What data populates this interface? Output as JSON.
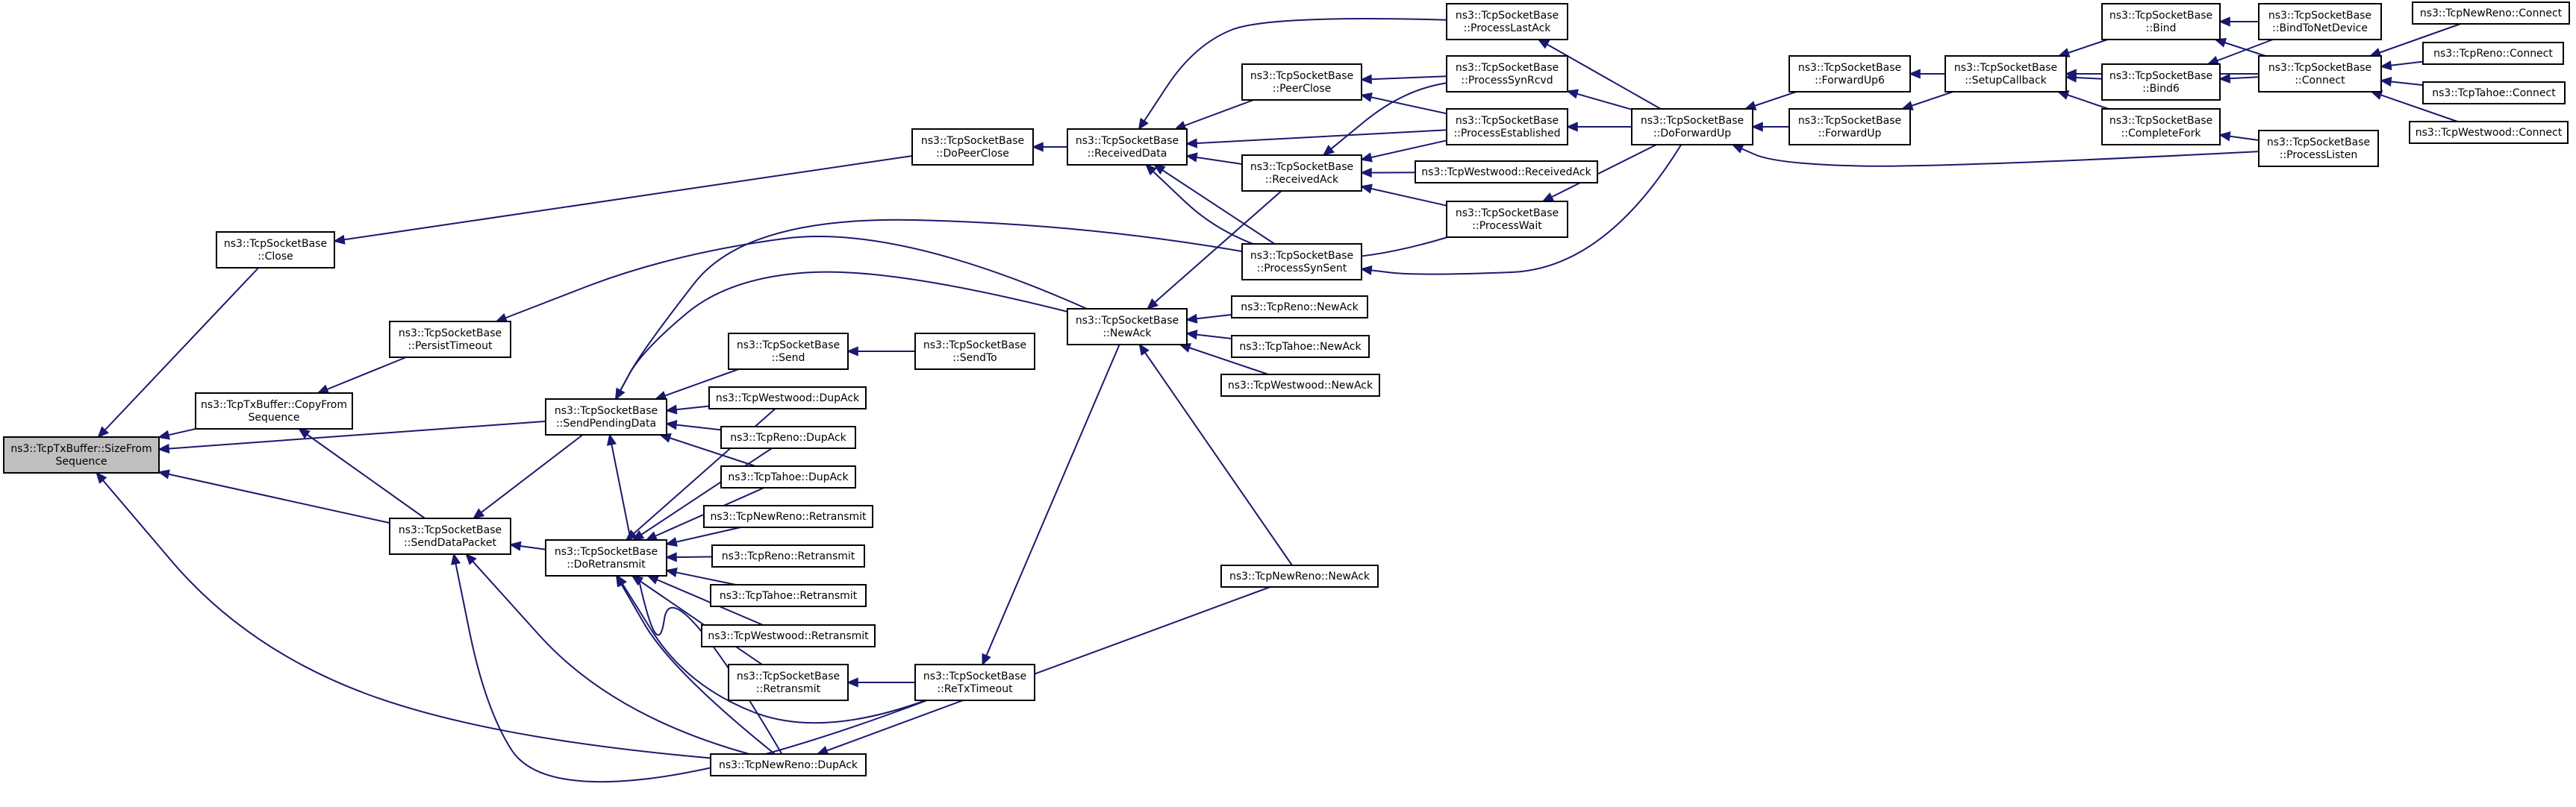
{
  "graph": {
    "title": "",
    "colors": {
      "edge": "#191970",
      "node_border": "#000000",
      "root_fill": "#bfbfbf",
      "node_fill": "#ffffff"
    },
    "nodes": [
      {
        "id": "sizefrom",
        "lines": [
          "ns3::TcpTxBuffer::SizeFrom",
          "Sequence"
        ],
        "root": true
      },
      {
        "id": "close",
        "lines": [
          "ns3::TcpSocketBase",
          "::Close"
        ]
      },
      {
        "id": "copyfrom",
        "lines": [
          "ns3::TcpTxBuffer::CopyFrom",
          "Sequence"
        ]
      },
      {
        "id": "persist",
        "lines": [
          "ns3::TcpSocketBase",
          "::PersistTimeout"
        ]
      },
      {
        "id": "senddatapacket",
        "lines": [
          "ns3::TcpSocketBase",
          "::SendDataPacket"
        ]
      },
      {
        "id": "sendpending",
        "lines": [
          "ns3::TcpSocketBase",
          "::SendPendingData"
        ]
      },
      {
        "id": "doretransmit",
        "lines": [
          "ns3::TcpSocketBase",
          "::DoRetransmit"
        ]
      },
      {
        "id": "send",
        "lines": [
          "ns3::TcpSocketBase",
          "::Send"
        ]
      },
      {
        "id": "sendto",
        "lines": [
          "ns3::TcpSocketBase",
          "::SendTo"
        ]
      },
      {
        "id": "westwood_dupack",
        "lines": [
          "ns3::TcpWestwood::DupAck"
        ]
      },
      {
        "id": "reno_dupack",
        "lines": [
          "ns3::TcpReno::DupAck"
        ]
      },
      {
        "id": "tahoe_dupack",
        "lines": [
          "ns3::TcpTahoe::DupAck"
        ]
      },
      {
        "id": "newreno_retransmit",
        "lines": [
          "ns3::TcpNewReno::Retransmit"
        ]
      },
      {
        "id": "reno_retransmit",
        "lines": [
          "ns3::TcpReno::Retransmit"
        ]
      },
      {
        "id": "tahoe_retransmit",
        "lines": [
          "ns3::TcpTahoe::Retransmit"
        ]
      },
      {
        "id": "westwood_retransmit",
        "lines": [
          "ns3::TcpWestwood::Retransmit"
        ]
      },
      {
        "id": "retransmit",
        "lines": [
          "ns3::TcpSocketBase",
          "::Retransmit"
        ]
      },
      {
        "id": "newreno_dupack",
        "lines": [
          "ns3::TcpNewReno::DupAck"
        ]
      },
      {
        "id": "retxtimeout",
        "lines": [
          "ns3::TcpSocketBase",
          "::ReTxTimeout"
        ]
      },
      {
        "id": "newack",
        "lines": [
          "ns3::TcpSocketBase",
          "::NewAck"
        ]
      },
      {
        "id": "reno_newack",
        "lines": [
          "ns3::TcpReno::NewAck"
        ]
      },
      {
        "id": "tahoe_newack",
        "lines": [
          "ns3::TcpTahoe::NewAck"
        ]
      },
      {
        "id": "westwood_newack",
        "lines": [
          "ns3::TcpWestwood::NewAck"
        ]
      },
      {
        "id": "newreno_newack",
        "lines": [
          "ns3::TcpNewReno::NewAck"
        ]
      },
      {
        "id": "dopeerclose",
        "lines": [
          "ns3::TcpSocketBase",
          "::DoPeerClose"
        ]
      },
      {
        "id": "receiveddata",
        "lines": [
          "ns3::TcpSocketBase",
          "::ReceivedData"
        ]
      },
      {
        "id": "peerclose",
        "lines": [
          "ns3::TcpSocketBase",
          "::PeerClose"
        ]
      },
      {
        "id": "receivedack",
        "lines": [
          "ns3::TcpSocketBase",
          "::ReceivedAck"
        ]
      },
      {
        "id": "processsynsent",
        "lines": [
          "ns3::TcpSocketBase",
          "::ProcessSynSent"
        ]
      },
      {
        "id": "processlastack",
        "lines": [
          "ns3::TcpSocketBase",
          "::ProcessLastAck"
        ]
      },
      {
        "id": "processsynrcvd",
        "lines": [
          "ns3::TcpSocketBase",
          "::ProcessSynRcvd"
        ]
      },
      {
        "id": "processestablished",
        "lines": [
          "ns3::TcpSocketBase",
          "::ProcessEstablished"
        ]
      },
      {
        "id": "westwood_receivedack",
        "lines": [
          "ns3::TcpWestwood::ReceivedAck"
        ]
      },
      {
        "id": "processwait",
        "lines": [
          "ns3::TcpSocketBase",
          "::ProcessWait"
        ]
      },
      {
        "id": "doforwardup",
        "lines": [
          "ns3::TcpSocketBase",
          "::DoForwardUp"
        ]
      },
      {
        "id": "forwardup6",
        "lines": [
          "ns3::TcpSocketBase",
          "::ForwardUp6"
        ]
      },
      {
        "id": "forwardup",
        "lines": [
          "ns3::TcpSocketBase",
          "::ForwardUp"
        ]
      },
      {
        "id": "setupcallback",
        "lines": [
          "ns3::TcpSocketBase",
          "::SetupCallback"
        ]
      },
      {
        "id": "bind",
        "lines": [
          "ns3::TcpSocketBase",
          "::Bind"
        ]
      },
      {
        "id": "bind6",
        "lines": [
          "ns3::TcpSocketBase",
          "::Bind6"
        ]
      },
      {
        "id": "completefork",
        "lines": [
          "ns3::TcpSocketBase",
          "::CompleteFork"
        ]
      },
      {
        "id": "bindtonetdevice",
        "lines": [
          "ns3::TcpSocketBase",
          "::BindToNetDevice"
        ]
      },
      {
        "id": "connect",
        "lines": [
          "ns3::TcpSocketBase",
          "::Connect"
        ]
      },
      {
        "id": "processlisten",
        "lines": [
          "ns3::TcpSocketBase",
          "::ProcessListen"
        ]
      },
      {
        "id": "newreno_connect",
        "lines": [
          "ns3::TcpNewReno::Connect"
        ]
      },
      {
        "id": "reno_connect",
        "lines": [
          "ns3::TcpReno::Connect"
        ]
      },
      {
        "id": "tahoe_connect",
        "lines": [
          "ns3::TcpTahoe::Connect"
        ]
      },
      {
        "id": "westwood_connect",
        "lines": [
          "ns3::TcpWestwood::Connect"
        ]
      }
    ],
    "edges": [
      [
        "close",
        "sizefrom"
      ],
      [
        "copyfrom",
        "sizefrom"
      ],
      [
        "sendpending",
        "sizefrom"
      ],
      [
        "senddatapacket",
        "sizefrom"
      ],
      [
        "newreno_dupack",
        "sizefrom"
      ],
      [
        "dopeerclose",
        "close"
      ],
      [
        "persist",
        "copyfrom"
      ],
      [
        "senddatapacket",
        "copyfrom"
      ],
      [
        "newack",
        "persist"
      ],
      [
        "sendpending",
        "senddatapacket"
      ],
      [
        "doretransmit",
        "senddatapacket"
      ],
      [
        "newreno_dupack",
        "senddatapacket"
      ],
      [
        "retxtimeout",
        "senddatapacket"
      ],
      [
        "processsynsent",
        "sendpending"
      ],
      [
        "newack",
        "sendpending"
      ],
      [
        "send",
        "sendpending"
      ],
      [
        "westwood_dupack",
        "sendpending"
      ],
      [
        "reno_dupack",
        "sendpending"
      ],
      [
        "tahoe_dupack",
        "sendpending"
      ],
      [
        "newreno_dupack",
        "sendpending"
      ],
      [
        "westwood_dupack",
        "doretransmit"
      ],
      [
        "reno_dupack",
        "doretransmit"
      ],
      [
        "tahoe_dupack",
        "doretransmit"
      ],
      [
        "newreno_retransmit",
        "doretransmit"
      ],
      [
        "reno_retransmit",
        "doretransmit"
      ],
      [
        "tahoe_retransmit",
        "doretransmit"
      ],
      [
        "westwood_retransmit",
        "doretransmit"
      ],
      [
        "retransmit",
        "doretransmit"
      ],
      [
        "newreno_dupack",
        "doretransmit"
      ],
      [
        "retxtimeout",
        "doretransmit"
      ],
      [
        "sendto",
        "send"
      ],
      [
        "retxtimeout",
        "retransmit"
      ],
      [
        "newreno_newack",
        "newreno_dupack"
      ],
      [
        "newack",
        "retxtimeout"
      ],
      [
        "receivedack",
        "newack"
      ],
      [
        "reno_newack",
        "newack"
      ],
      [
        "tahoe_newack",
        "newack"
      ],
      [
        "westwood_newack",
        "newack"
      ],
      [
        "newreno_newack",
        "newack"
      ],
      [
        "receiveddata",
        "dopeerclose"
      ],
      [
        "processlastack",
        "receiveddata"
      ],
      [
        "peerclose",
        "receiveddata"
      ],
      [
        "processestablished",
        "receiveddata"
      ],
      [
        "receivedack",
        "receiveddata"
      ],
      [
        "processsynsent",
        "receiveddata"
      ],
      [
        "processwait",
        "receiveddata"
      ],
      [
        "processsynrcvd",
        "peerclose"
      ],
      [
        "processestablished",
        "peerclose"
      ],
      [
        "processsynrcvd",
        "receivedack"
      ],
      [
        "processestablished",
        "receivedack"
      ],
      [
        "westwood_receivedack",
        "receivedack"
      ],
      [
        "processwait",
        "receivedack"
      ],
      [
        "doforwardup",
        "processlastack"
      ],
      [
        "doforwardup",
        "processsynrcvd"
      ],
      [
        "doforwardup",
        "processestablished"
      ],
      [
        "doforwardup",
        "processwait"
      ],
      [
        "doforwardup",
        "processsynsent"
      ],
      [
        "forwardup6",
        "doforwardup"
      ],
      [
        "forwardup",
        "doforwardup"
      ],
      [
        "processlisten",
        "doforwardup"
      ],
      [
        "setupcallback",
        "forwardup6"
      ],
      [
        "setupcallback",
        "forwardup"
      ],
      [
        "bind",
        "setupcallback"
      ],
      [
        "bind6",
        "setupcallback"
      ],
      [
        "completefork",
        "setupcallback"
      ],
      [
        "connect",
        "setupcallback"
      ],
      [
        "bindtonetdevice",
        "bind"
      ],
      [
        "connect",
        "bind"
      ],
      [
        "bindtonetdevice",
        "bind6"
      ],
      [
        "connect",
        "bind6"
      ],
      [
        "processlisten",
        "completefork"
      ],
      [
        "newreno_connect",
        "connect"
      ],
      [
        "reno_connect",
        "connect"
      ],
      [
        "tahoe_connect",
        "connect"
      ],
      [
        "westwood_connect",
        "connect"
      ]
    ]
  }
}
